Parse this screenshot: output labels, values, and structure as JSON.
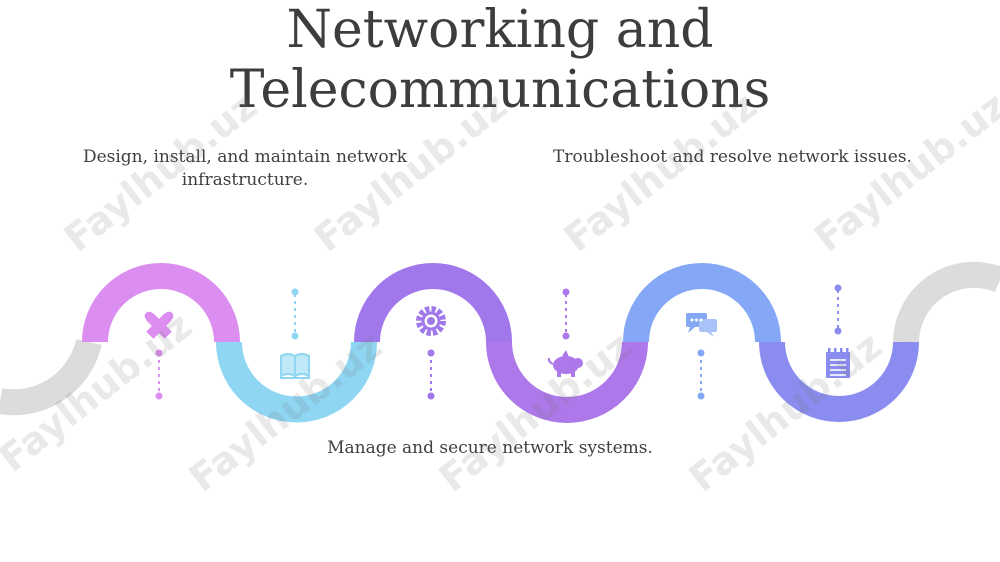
{
  "slide": {
    "title_line1": "Networking and",
    "title_line2": "Telecommunications",
    "points": [
      "Design, install, and maintain network infrastructure.",
      "Troubleshoot and resolve network issues.",
      "Manage and secure network systems."
    ],
    "watermark": "Faylhub.uz"
  },
  "colors": {
    "grey": "#dcdcdc",
    "pink": "#dc8ef0",
    "cyan": "#8fd6f3",
    "violet": "#a078ec",
    "purple": "#ad78ea",
    "blue": "#84a8f5",
    "indigo": "#8a8cf0"
  },
  "icons": [
    "puzzle-icon",
    "book-icon",
    "gear-icon",
    "piggy-bank-icon",
    "chat-icon",
    "notepad-icon"
  ]
}
